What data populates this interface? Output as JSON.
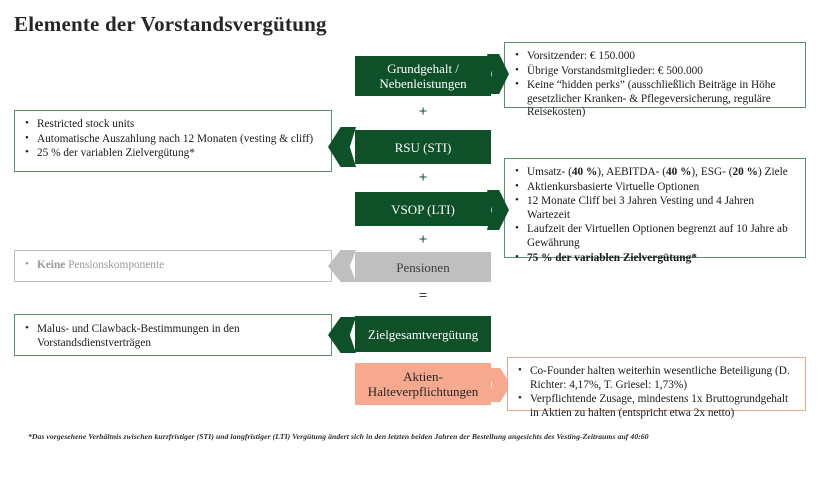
{
  "slide": {
    "title": "Elemente der Vorstandsvergütung",
    "footnote": "*Das vorgesehene Verhältnis zwischen kurzfristiger (STI) und langfristiger (LTI) Vergütung ändert sich in den letzten beiden Jahren der Bestellung angesichts des Vesting-Zeitraums auf 40:60",
    "colors": {
      "green": "#0e5129",
      "gray": "#bfbfbf",
      "pink": "#f6a98f",
      "green_border": "#5b8f6e",
      "pink_border": "#e8a58f",
      "background": "#ffffff"
    }
  },
  "center_column": {
    "items": [
      {
        "id": "grundgehalt",
        "label": "Grundgehalt / Nebenleistungen",
        "style": "green"
      },
      {
        "id": "rsu",
        "label": "RSU (STI)",
        "style": "green"
      },
      {
        "id": "vsop",
        "label": "VSOP (LTI)",
        "style": "green"
      },
      {
        "id": "pensionen",
        "label": "Pensionen",
        "style": "gray"
      },
      {
        "id": "zielgesamt",
        "label": "Zielgesamtvergütung",
        "style": "green"
      },
      {
        "id": "aktien-halte",
        "label": "Aktien-Halteverpflichtungen",
        "style": "pink"
      }
    ],
    "operators": [
      {
        "id": "plus-1",
        "symbol": "+"
      },
      {
        "id": "plus-2",
        "symbol": "+"
      },
      {
        "id": "plus-3",
        "symbol": "+"
      },
      {
        "id": "equals-1",
        "symbol": "="
      }
    ]
  },
  "left_boxes": {
    "rsu_detail": {
      "bullets": [
        [
          {
            "t": "Restricted stock units"
          }
        ],
        [
          {
            "t": "Automatische Auszahlung nach 12 Monaten (vesting & cliff)"
          }
        ],
        [
          {
            "t": "25 % der variablen Zielvergütung*"
          }
        ]
      ]
    },
    "pension_detail": {
      "bullets": [
        [
          {
            "t": "Keine ",
            "b": true
          },
          {
            "t": "Pensionskomponente"
          }
        ]
      ]
    },
    "zielgesamt_detail": {
      "bullets": [
        [
          {
            "t": "Malus- und Clawback-Bestimmungen in den Vorstandsdienstverträgen"
          }
        ]
      ]
    }
  },
  "right_boxes": {
    "grundgehalt_detail": {
      "bullets": [
        [
          {
            "t": "Vorsitzender: € 150.000"
          }
        ],
        [
          {
            "t": "Übrige Vorstandsmitglieder: € 500.000"
          }
        ],
        [
          {
            "t": "Keine “hidden perks” (ausschließlich Beiträge in Höhe gesetzlicher Kranken- & Pflegeversicherung, reguläre Reisekosten)"
          }
        ]
      ]
    },
    "vsop_detail": {
      "bullets": [
        [
          {
            "t": "Umsatz- ("
          },
          {
            "t": "40 %",
            "b": true
          },
          {
            "t": "), AEBITDA- ("
          },
          {
            "t": "40 %",
            "b": true
          },
          {
            "t": "), ESG- ("
          },
          {
            "t": "20 %",
            "b": true
          },
          {
            "t": ") Ziele"
          }
        ],
        [
          {
            "t": "Aktienkursbasierte Virtuelle Optionen"
          }
        ],
        [
          {
            "t": "12 Monate Cliff bei 3 Jahren Vesting und 4 Jahren Wartezeit"
          }
        ],
        [
          {
            "t": "Laufzeit der Virtuellen Optionen begrenzt auf 10 Jahre ab Gewährung"
          }
        ],
        [
          {
            "t": "75 % der variablen Zielvergütung*",
            "b": true
          }
        ]
      ]
    },
    "aktien_detail": {
      "bullets": [
        [
          {
            "t": "Co-Founder halten weiterhin wesentliche Beteiligung (D. Richter: 4,17%, T. Griesel: 1,73%)"
          }
        ],
        [
          {
            "t": "Verpflichtende Zusage, mindestens 1x Bruttogrundgehalt in Aktien zu halten (entspricht etwa 2x netto)"
          }
        ]
      ]
    }
  }
}
